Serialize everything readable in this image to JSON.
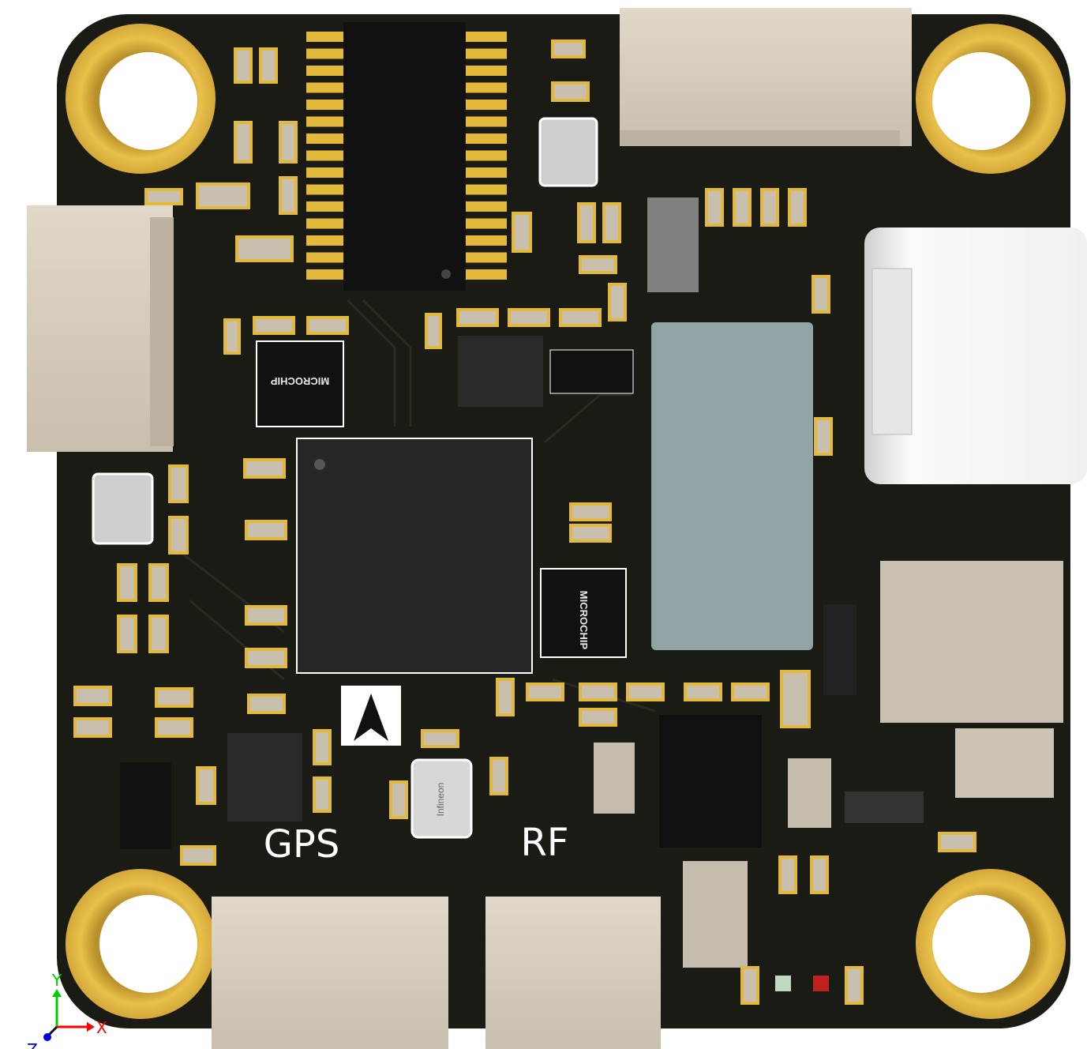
{
  "board": {
    "silkscreen": {
      "gps_label": "GPS",
      "rf_label": "RF"
    },
    "chips": {
      "microchip_left": "MICROCHIP",
      "microchip_right": "MICROCHIP",
      "baro": "Infineon"
    }
  },
  "axes": {
    "x_label": "X",
    "y_label": "Y",
    "z_label": "Z"
  },
  "colors": {
    "board": "#1b1b15",
    "gold": "#e3b93c",
    "connector": "#d6cdbd",
    "chip": "#151515",
    "sdcard": "#93a4a6",
    "usb": "#f2f2f2",
    "axis_x": "#ff0000",
    "axis_y": "#00cc00",
    "axis_z": "#0000dd"
  }
}
